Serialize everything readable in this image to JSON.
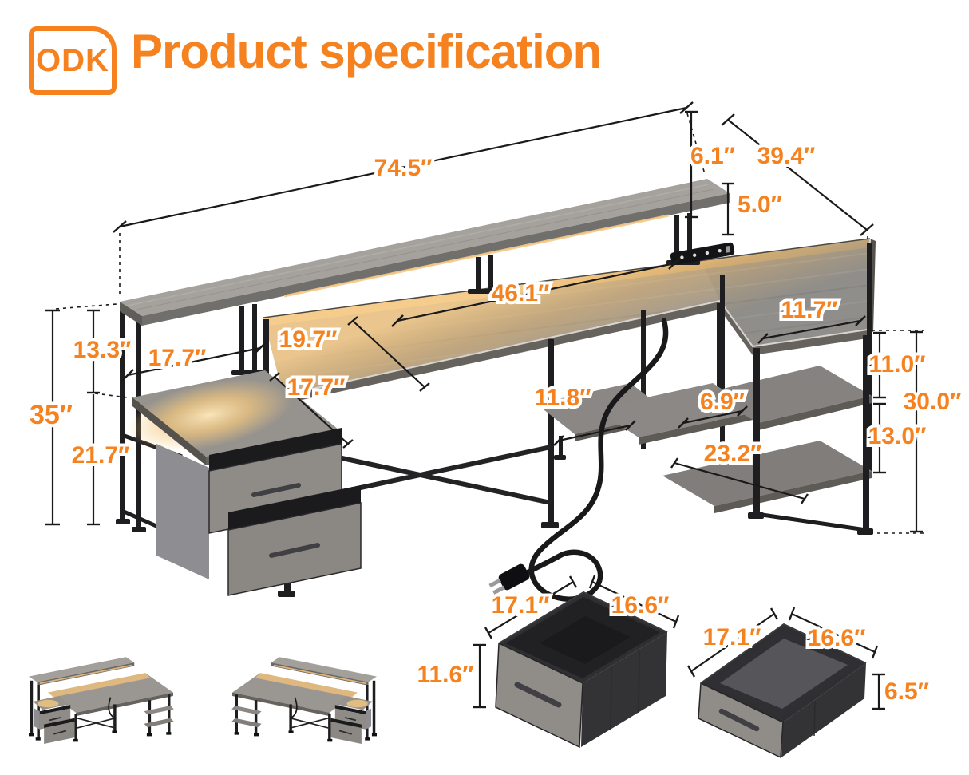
{
  "colors": {
    "accent": "#F5821F",
    "led_glow": "#F4C87E",
    "frame_black": "#1E1E20",
    "wood_grey": "#9A9793"
  },
  "header": {
    "logo_text": "ODK",
    "title": "Product specification"
  },
  "desk": {
    "dimensions": {
      "length_total": "74.5″",
      "shelf_overhang": "6.1″",
      "depth_total": "39.4″",
      "riser_height": "5.0″",
      "hutch_upper": "13.3″",
      "height_total": "35″",
      "hutch_lower": "21.7″",
      "stand_width": "17.7″",
      "stand_depth": "17.7″",
      "desk_depth": "19.7″",
      "desktop_length": "46.1″",
      "center_shelf": "11.8″",
      "right_shelf_depth": "11.7″",
      "right_gap_upper": "11.0″",
      "right_height": "30.0″",
      "right_gap_lower": "13.0″",
      "side_gap": "6.9″",
      "bottom_shelf": "23.2″"
    }
  },
  "file_drawer": {
    "width": "17.1″",
    "depth": "16.6″",
    "height": "11.6″"
  },
  "top_drawer": {
    "width": "17.1″",
    "depth": "16.6″",
    "height": "6.5″"
  }
}
